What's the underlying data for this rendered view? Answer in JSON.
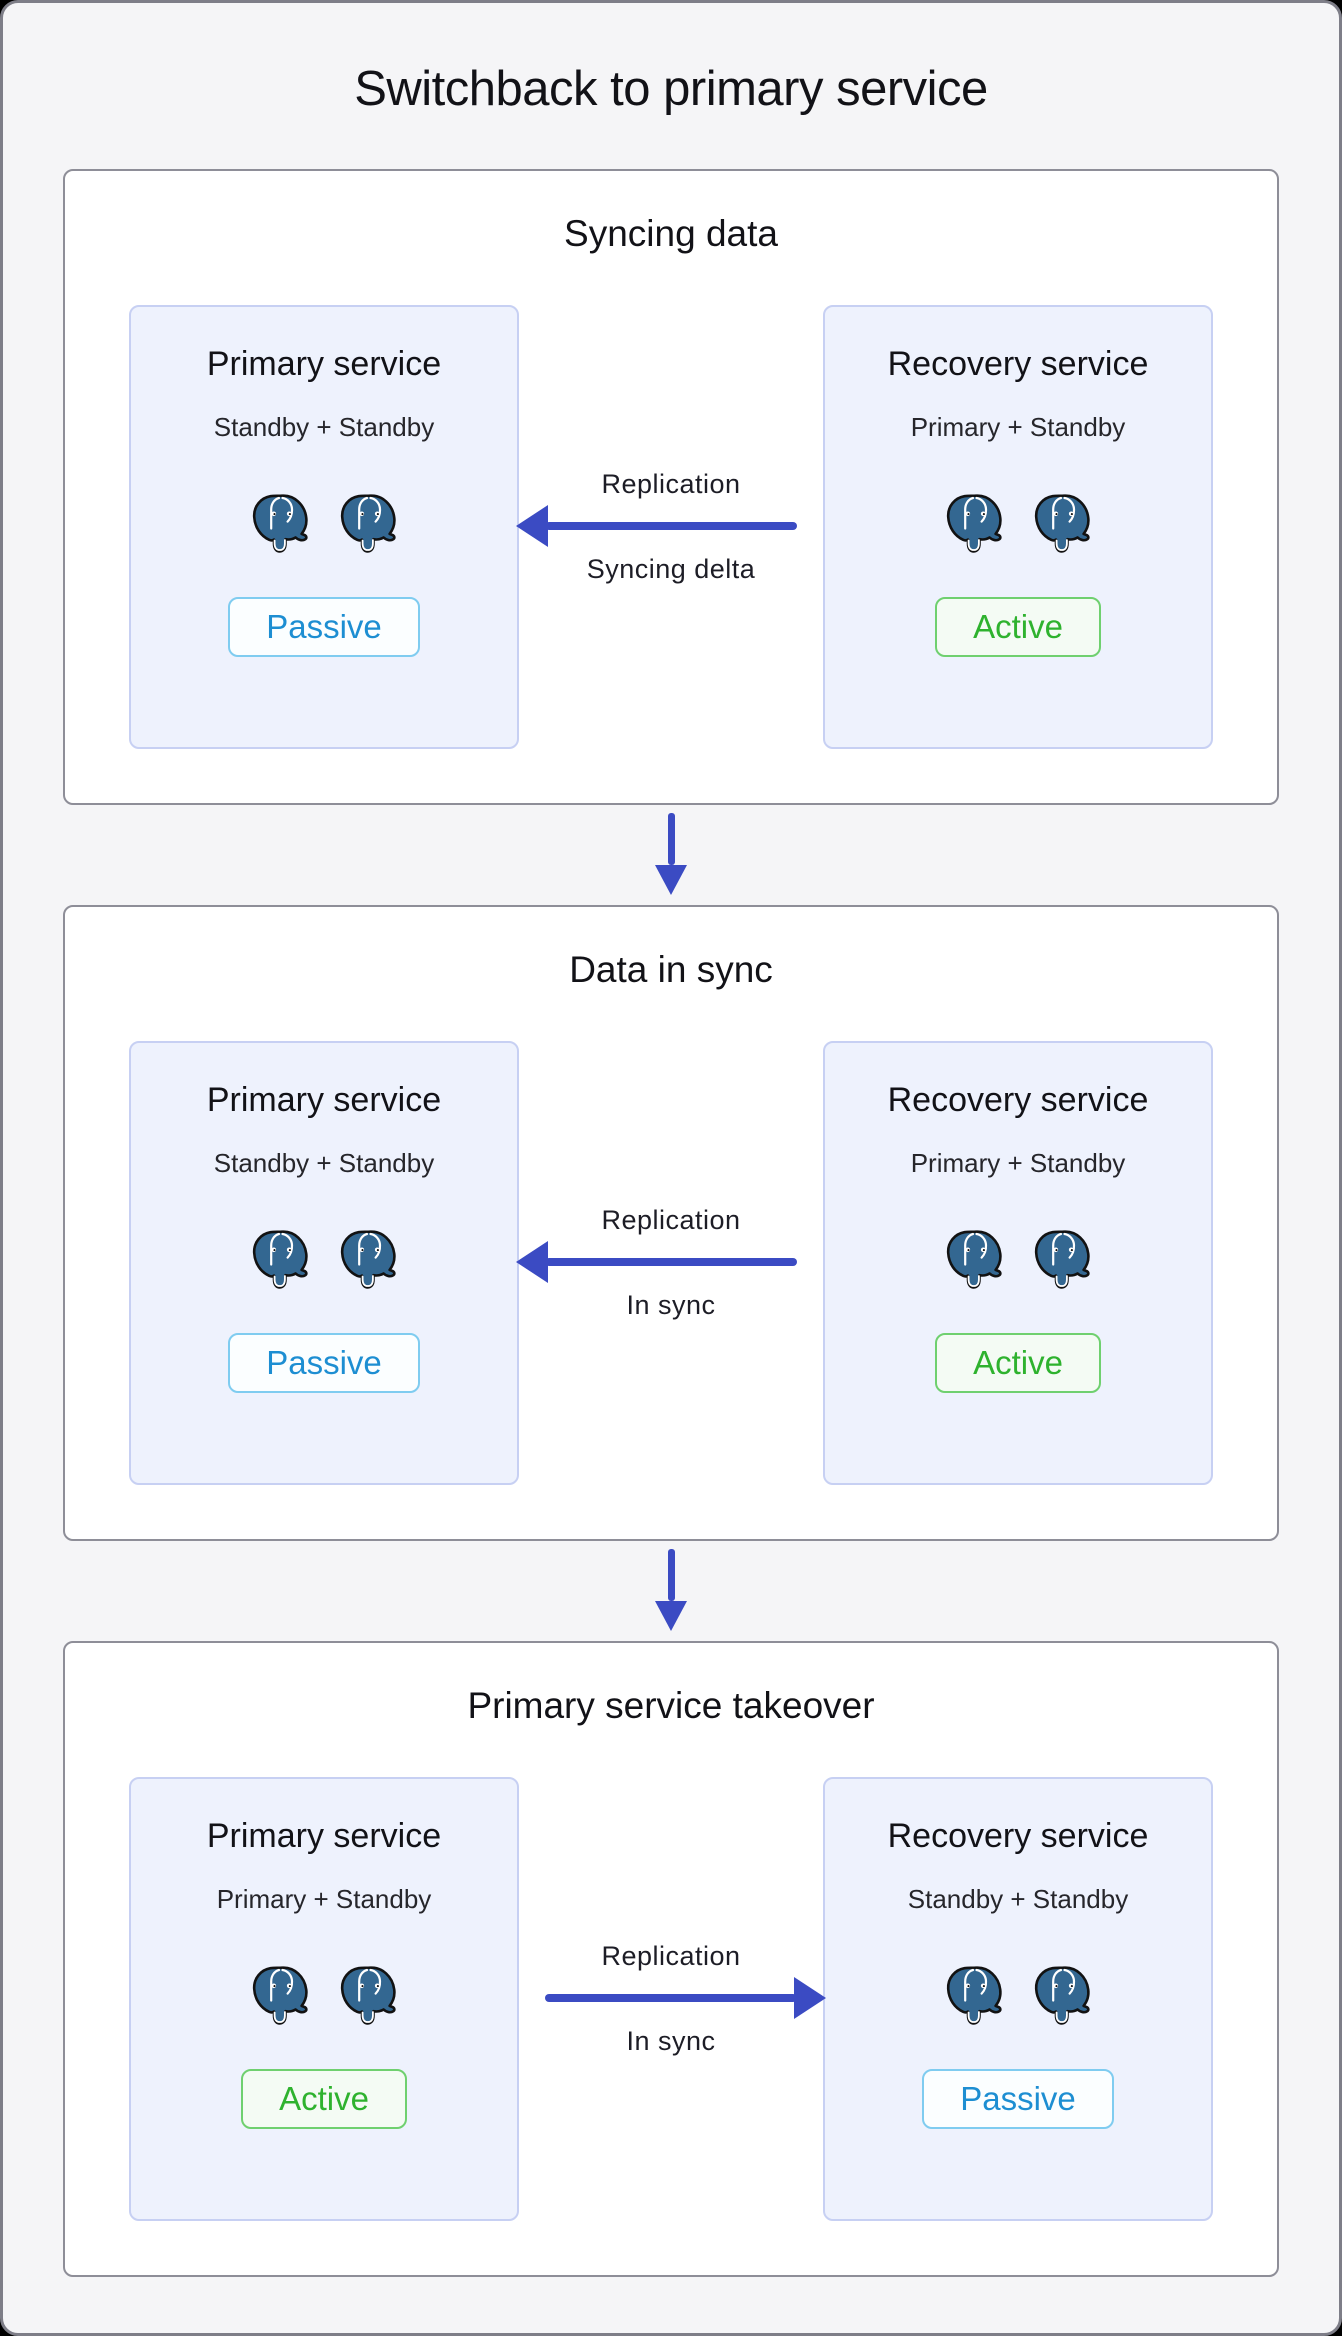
{
  "page": {
    "title": "Switchback to primary service"
  },
  "colors": {
    "arrow_blue": "#3b4bc3",
    "postgres_blue": "#336791",
    "passive_text": "#1d8ed2",
    "passive_border": "#7fccf0",
    "active_text": "#2eb22e",
    "active_border": "#6fd06f",
    "card_background": "#eef2fd",
    "card_border": "#c7d0f3"
  },
  "icons": {
    "database": "postgresql-elephant-icon"
  },
  "stages": [
    {
      "title": "Syncing data",
      "left_card": {
        "title": "Primary service",
        "subtitle": "Standby + Standby",
        "db_count": 2,
        "badge": {
          "label": "Passive",
          "state": "passive"
        }
      },
      "arrow": {
        "direction": "left",
        "label_top": "Replication",
        "label_bottom": "Syncing delta"
      },
      "right_card": {
        "title": "Recovery service",
        "subtitle": "Primary + Standby",
        "db_count": 2,
        "badge": {
          "label": "Active",
          "state": "active"
        }
      }
    },
    {
      "title": "Data in sync",
      "left_card": {
        "title": "Primary service",
        "subtitle": "Standby + Standby",
        "db_count": 2,
        "badge": {
          "label": "Passive",
          "state": "passive"
        }
      },
      "arrow": {
        "direction": "left",
        "label_top": "Replication",
        "label_bottom": "In sync"
      },
      "right_card": {
        "title": "Recovery service",
        "subtitle": "Primary + Standby",
        "db_count": 2,
        "badge": {
          "label": "Active",
          "state": "active"
        }
      }
    },
    {
      "title": "Primary service takeover",
      "left_card": {
        "title": "Primary service",
        "subtitle": "Primary + Standby",
        "db_count": 2,
        "badge": {
          "label": "Active",
          "state": "active"
        }
      },
      "arrow": {
        "direction": "right",
        "label_top": "Replication",
        "label_bottom": "In sync"
      },
      "right_card": {
        "title": "Recovery service",
        "subtitle": "Standby + Standby",
        "db_count": 2,
        "badge": {
          "label": "Passive",
          "state": "passive"
        }
      }
    }
  ]
}
